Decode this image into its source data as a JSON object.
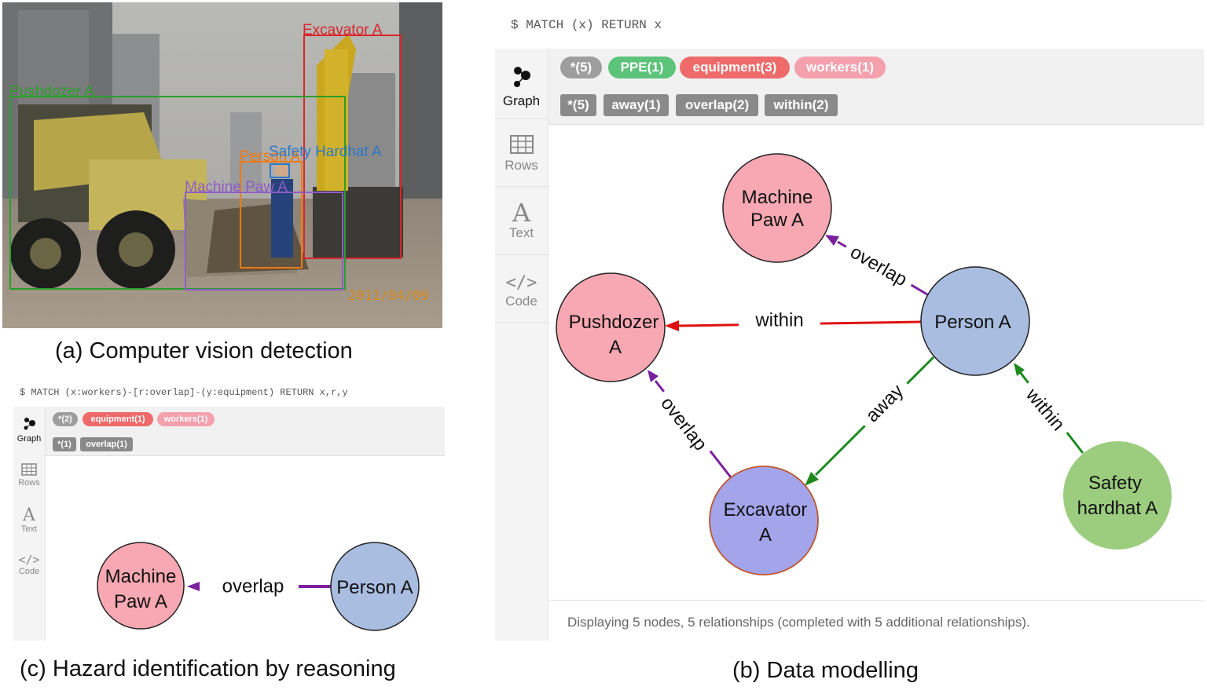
{
  "colors": {
    "node_equipment": "#f7a8b2",
    "node_worker": "#a9bde0",
    "node_ppe": "#9ccd7f",
    "node_excavator": "#a3a4ea",
    "pill_all": "#9e9e9e",
    "pill_ppe": "#5cc37a",
    "pill_equipment": "#ef6a6a",
    "pill_workers": "#f4a0ad",
    "tag": "#8a8a8a",
    "edge_within_red": "#e01010",
    "edge_overlap": "#7a1f9e",
    "edge_away": "#1e8a1e"
  },
  "panel_a": {
    "caption": "(a) Computer vision detection",
    "photo_timestamp": "2011/04/09",
    "detections": [
      {
        "label": "Excavator A",
        "color": "#d8262c"
      },
      {
        "label": "Pushdozer A",
        "color": "#28a028"
      },
      {
        "label": "Person A",
        "color": "#f07a10"
      },
      {
        "label": "Safety Hardhat A",
        "color": "#2a78c8"
      },
      {
        "label": "Machine Paw A",
        "color": "#8e5cc8"
      }
    ]
  },
  "panel_b": {
    "caption": "(b) Data modelling",
    "query_prompt": "$",
    "query": "MATCH (x) RETURN x",
    "sidebar": [
      {
        "label": "Graph",
        "icon": "graph-icon"
      },
      {
        "label": "Rows",
        "icon": "table-icon"
      },
      {
        "label": "Text",
        "icon": "text-icon"
      },
      {
        "label": "Code",
        "icon": "code-icon"
      }
    ],
    "node_pills": [
      "*(5)",
      "PPE(1)",
      "equipment(3)",
      "workers(1)"
    ],
    "rel_tags": [
      "*(5)",
      "away(1)",
      "overlap(2)",
      "within(2)"
    ],
    "nodes": {
      "machine_paw": [
        "Machine",
        "Paw A"
      ],
      "pushdozer": [
        "Pushdozer",
        "A"
      ],
      "person": [
        "Person A"
      ],
      "excavator": [
        "Excavator",
        "A"
      ],
      "hardhat": [
        "Safety",
        "hardhat A"
      ]
    },
    "edges": {
      "person_machine": "overlap",
      "person_pushdozer": "within",
      "excavator_pushdozer": "overlap",
      "person_excavator": "away",
      "hardhat_person": "within"
    },
    "status": "Displaying 5 nodes, 5 relationships (completed with 5 additional relationships)."
  },
  "panel_c": {
    "caption": "(c) Hazard identification by reasoning",
    "query_prompt": "$",
    "query": "MATCH (x:workers)-[r:overlap]-(y:equipment) RETURN x,r,y",
    "sidebar": [
      {
        "label": "Graph",
        "icon": "graph-icon"
      },
      {
        "label": "Rows",
        "icon": "table-icon"
      },
      {
        "label": "Text",
        "icon": "text-icon"
      },
      {
        "label": "Code",
        "icon": "code-icon"
      }
    ],
    "node_pills": [
      "*(2)",
      "equipment(1)",
      "workers(1)"
    ],
    "rel_tags": [
      "*(1)",
      "overlap(1)"
    ],
    "nodes": {
      "machine_paw": [
        "Machine",
        "Paw A"
      ],
      "person": [
        "Person A"
      ]
    },
    "edges": {
      "person_machine": "overlap"
    }
  }
}
